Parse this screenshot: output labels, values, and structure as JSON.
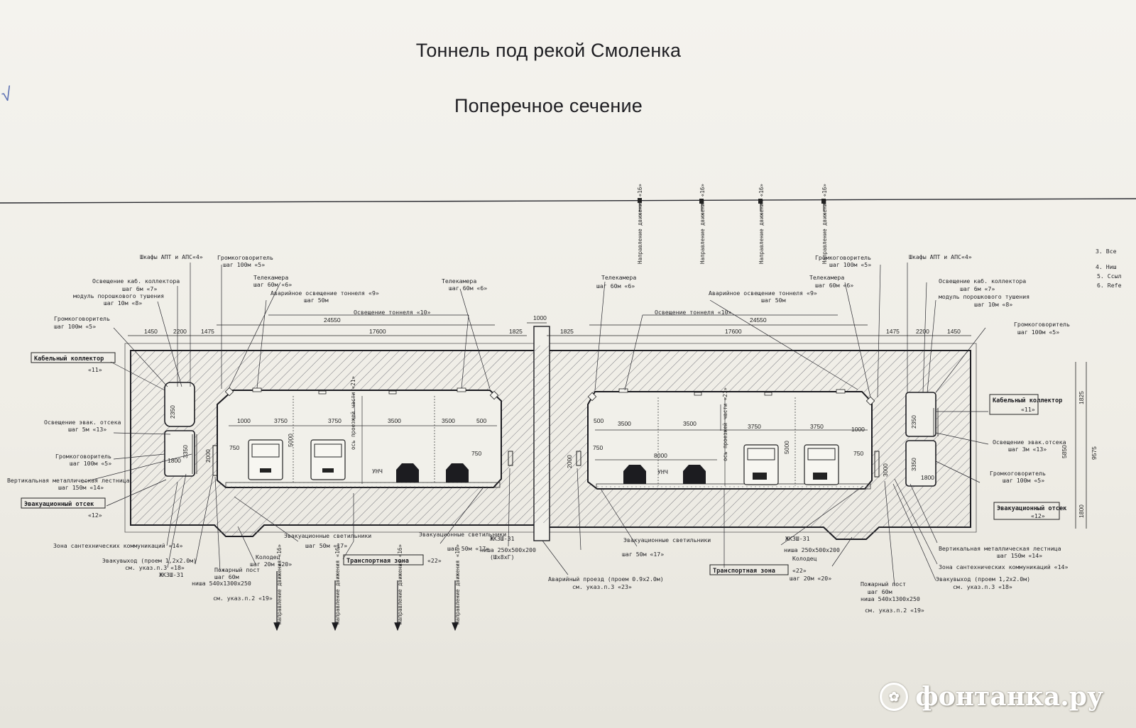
{
  "title": "Тоннель под рекой Смоленка",
  "subtitle": "Поперечное сечение",
  "top_directions": [
    "Направление движения «16»",
    "Направление движения «16»",
    "Направление движения «16»",
    "Направление движения «16»"
  ],
  "bottom_directions": [
    "Направление движения «16»",
    "Направление движения «16»",
    "Направление движения «16»",
    "Направление движения «16»"
  ],
  "right_notes": [
    "3. Все",
    "4. Ниш",
    "5. Ссыл",
    "6. Refe"
  ],
  "dims_top_left": [
    "1450",
    "2200",
    "1475",
    "24550",
    "17600",
    "1825"
  ],
  "dims_top_right": [
    "1825",
    "24550",
    "17600",
    "1475",
    "2200",
    "1450"
  ],
  "dim_center": "1000",
  "dims_right_vertical": [
    "1825",
    "5850",
    "9575",
    "1800"
  ],
  "left_inner_dims": [
    "1000",
    "3750",
    "3750",
    "3500",
    "3500",
    "500",
    "750",
    "750",
    "5000",
    "2350",
    "3350",
    "1800",
    "2000"
  ],
  "right_inner_dims": [
    "500",
    "3500",
    "3500",
    "3750",
    "3750",
    "1000",
    "750",
    "750",
    "5000",
    "8000",
    "2000",
    "3000",
    "2350",
    "3350",
    "1800"
  ],
  "left_labels": {
    "shkafy": "Шкафы АПТ и АПС«4»",
    "osv_kab": "Освещение каб. коллектора",
    "osv_kab_step": "шаг 6м «7»",
    "modul": "модуль порошкового тушения",
    "modul_step": "шаг 10м «8»",
    "gromk1": "Громкоговоритель",
    "gromk1_step": "шаг 100м «5»",
    "kab_koll": "Кабельный коллектор",
    "kab_koll_num": "«11»",
    "osv_evak": "Освещение эвак. отсека",
    "osv_evak_step": "шаг 5м «13»",
    "gromk2": "Громкоговоритель",
    "gromk2_step": "шаг 100м «5»",
    "lestnica": "Вертикальная металлическая лестница",
    "lestnica_step": "шаг 150м «14»",
    "evak_otsek": "Эвакуационный отсек",
    "evak_num": "«12»",
    "zona_sant": "Зона сантехнических коммуникаций «14»",
    "evakovyhod": "Эвакувыход (проем 1,2х2.0м)",
    "evakovyhod_ref": "см. указ.п.3 «18»",
    "pcv": "ЖКЗШ-31",
    "pcv_nisha": "ниша 540х1300х250",
    "pozh_post": "Пожарный пост",
    "pozh_step": "шаг 60м",
    "pozh_ref": "см. указ.п.2 «19»",
    "kolodec": "Колодец",
    "kolodec_step": "шаг 20м «20»",
    "gromk_top": "Громкоговоритель",
    "gromk_top_step": "шаг 100м «5»",
    "telekam1": "Телекамера",
    "telekam1_step": "шаг 60м «6»",
    "avar_osv": "Аварийное освещение тоннеля «9»",
    "avar_osv_step": "шаг 50м",
    "telekam2": "Телекамера",
    "telekam2_step": "шаг 60м «6»",
    "osv_tonn": "Освещение тоннеля «10»",
    "evak_svet": "Эвакуационные светильники",
    "evak_svet_step": "шаг 50м «17»",
    "evak_svet2": "Эвакуационные светильники",
    "evak_svet2_step": "шаг 50м «17»",
    "transp_zona": "Транспортная зона",
    "transp_num": "«22»",
    "pcv2": "ЖКЗШ-31",
    "pcv2_nisha": "ниша 250х500х200",
    "pcv2_sh": "(Шх8хГ)",
    "os_proezj": "ось проезжей части «21»",
    "unch": "УНЧ"
  },
  "center_labels": {
    "avar_proezd": "Аварийный проезд (проем 0.9х2.0м)",
    "avar_ref": "см. указ.п.3 «23»"
  },
  "right_labels": {
    "shkafy": "Шкафы АПТ и АПС«4»",
    "gromk_top": "Громкоговоритель",
    "gromk_top_step": "шаг 100м «5»",
    "osv_kab": "Освещение каб. коллектора",
    "osv_kab_step": "шаг 6м «7»",
    "modul": "модуль порошкового тушения",
    "modul_step": "шаг 10м «8»",
    "gromk1": "Громкоговоритель",
    "gromk1_step": "шаг 100м «5»",
    "kab_koll": "Кабельный коллектор",
    "kab_koll_num": "«11»",
    "osv_evak": "Освещение эвак.отсека",
    "osv_evak_step": "шаг 3м «13»",
    "gromk2": "Громкоговоритель",
    "gromk2_step": "шаг 100м «5»",
    "evak_otsek": "Эвакуационный отсек",
    "evak_num": "«12»",
    "lestnica": "Вертикальная металлическая лестница",
    "lestnica_step": "шаг 150м «14»",
    "zona_sant": "Зона сантехнических коммуникаций «14»",
    "evakovyhod": "Эвакувыход (проем 1,2х2.0м)",
    "evakovyhod_ref": "см. указ.п.3 «18»",
    "telekam1": "Телекамера",
    "telekam1_step": "шаг 60м «6»",
    "telekam2": "Телекамера",
    "telekam2_step": "шаг 60м «6»",
    "avar_osv": "Аварийное освещение тоннеля «9»",
    "avar_osv_step": "шаг 50м",
    "osv_tonn": "Освещение тоннеля «10»",
    "transp_zona": "Транспортная зона",
    "transp_num": "«22»",
    "kolodec": "Колодец",
    "kolodec_step": "шаг 20м «20»",
    "pozh_post": "Пожарный пост",
    "pozh_step": "шаг 60м",
    "pozh_nisha": "ниша 540х1300х250",
    "pozh_ref": "см. указ.п.2 «19»",
    "pcv": "ЖКЗШ-31",
    "pcv_nisha": "ниша 250х500х200",
    "evak_svet": "Эвакуационные светильники",
    "evak_svet_step": "шаг 50м «17»",
    "os_proezj": "ось проезжей части «21»",
    "unch": "УНЧ"
  },
  "watermark": {
    "text": "фонтанка.ру",
    "logo_glyph": "✿"
  }
}
